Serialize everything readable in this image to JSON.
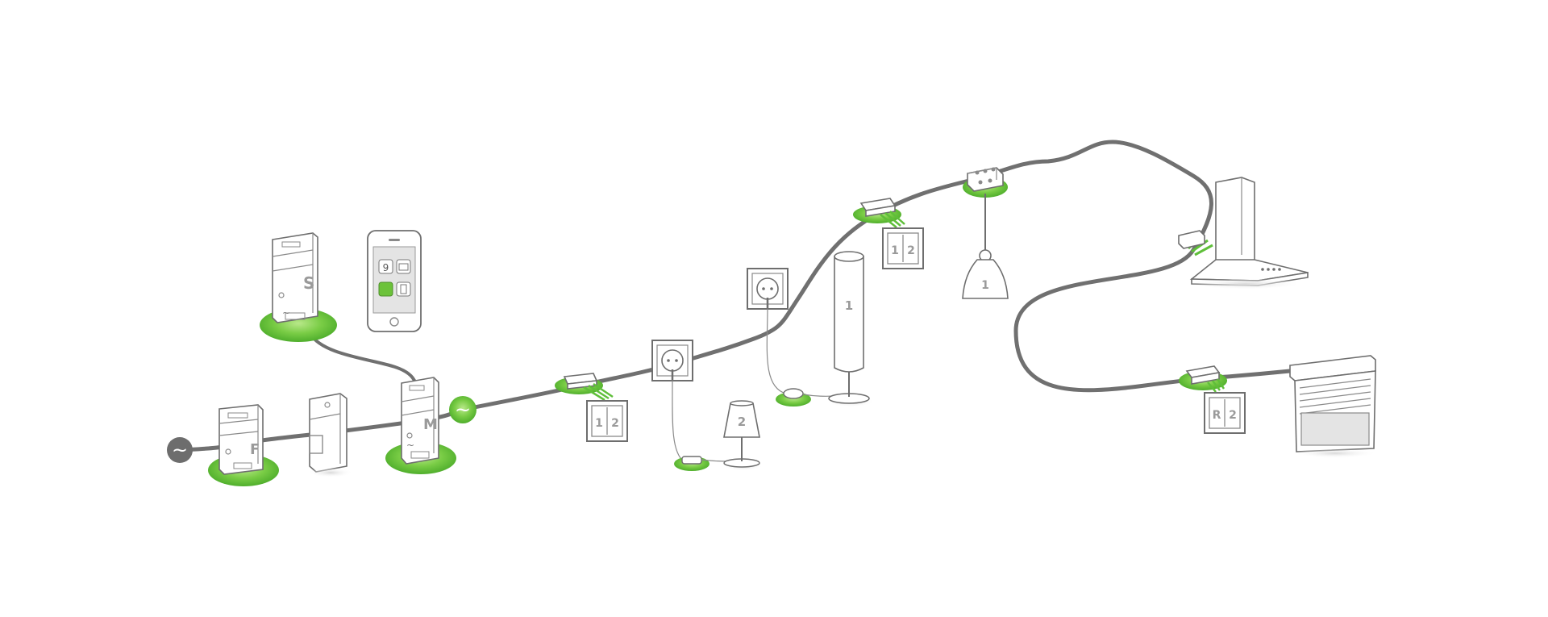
{
  "colors": {
    "cable": "#707070",
    "accent": "#5fbf3a",
    "accent_light": "#9fdc66",
    "device_stroke": "#6e6e6e",
    "mains": "#6d6d6d"
  },
  "icons": {
    "mains": "tilde-icon",
    "phone": "smartphone-icon",
    "socket": "power-socket-icon",
    "hood": "extractor-hood-icon",
    "shutter": "roller-shutter-icon"
  },
  "modules": {
    "s": "S",
    "f": "F",
    "m": "M"
  },
  "phone": {
    "tile_number": "9"
  },
  "switches": {
    "first": {
      "left": "1",
      "right": "2"
    },
    "second": {
      "left": "1",
      "right": "2"
    },
    "shutter": {
      "left": "R",
      "right": "2"
    }
  },
  "loads": {
    "table_lamp": "2",
    "floor_lamp": "1",
    "pendant": "1"
  }
}
